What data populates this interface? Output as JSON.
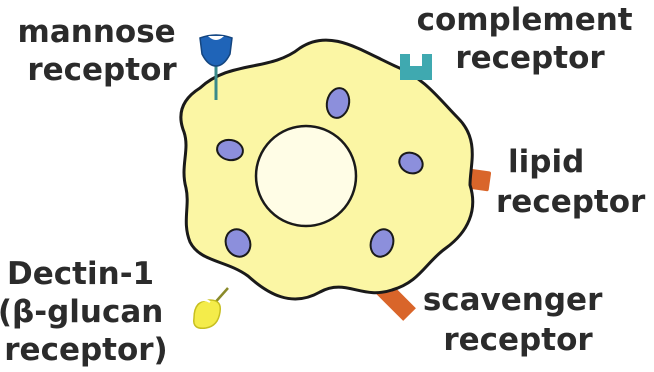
{
  "colors": {
    "cell_fill": "#fbf6a4",
    "cell_outline": "#1a1a1a",
    "nucleus_fill": "#fffde6",
    "vesicle_fill": "#8c8fdc",
    "mannose_receptor": "#1f64b8",
    "complement_receptor": "#3fa9b0",
    "lipid_receptor": "#d9652a",
    "scavenger_receptor": "#d9652a",
    "dectin_receptor": "#f4ec4a",
    "label_text": "#2b2b2b"
  },
  "labels": {
    "mannose": [
      "mannose",
      "receptor"
    ],
    "complement": [
      "complement",
      "receptor"
    ],
    "lipid": [
      "lipid",
      "receptor"
    ],
    "dectin": [
      "Dectin-1",
      "(β-glucan",
      "receptor)"
    ],
    "scavenger": [
      "scavenger",
      "receptor"
    ]
  },
  "icons": {
    "cell": "macrophage-cell",
    "nucleus": "nucleus-circle",
    "vesicle": "vesicle-ellipse",
    "mannose": "mannose-receptor-icon",
    "complement": "complement-receptor-icon",
    "lipid": "lipid-receptor-icon",
    "scavenger": "scavenger-receptor-icon",
    "dectin": "dectin-receptor-icon"
  }
}
